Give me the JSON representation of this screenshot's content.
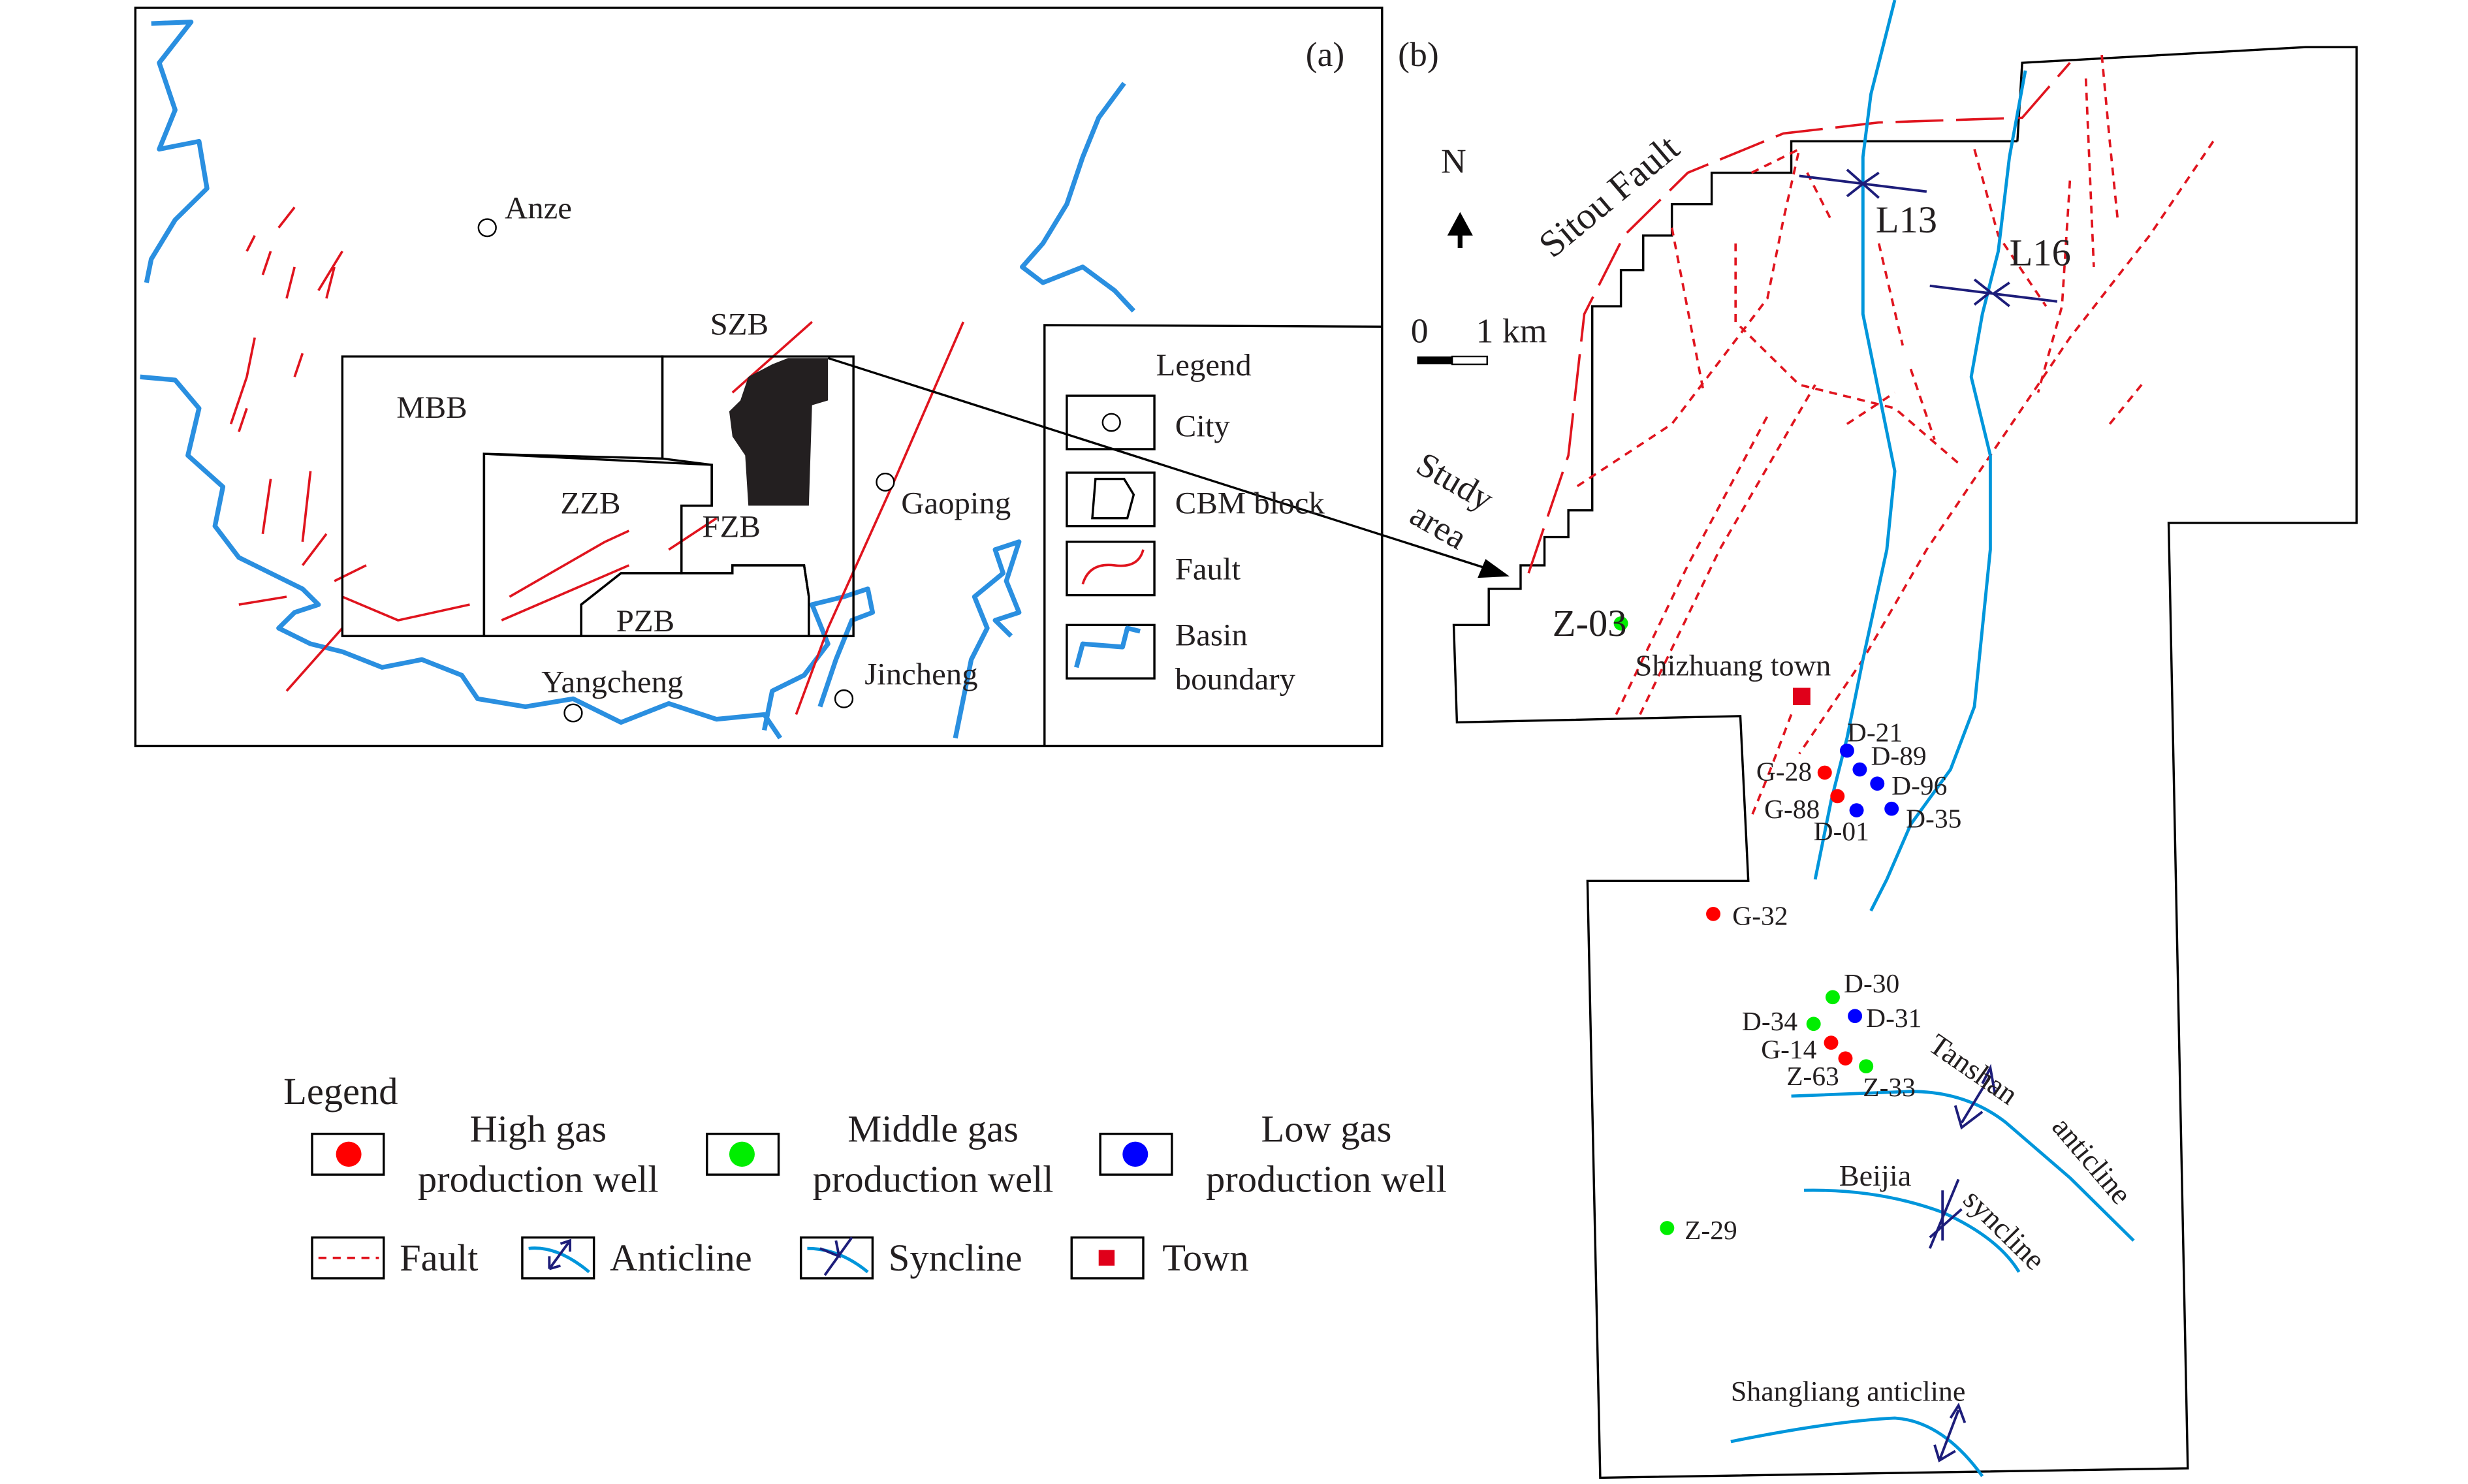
{
  "panel_a": {
    "label": "(a)",
    "cities": [
      "Anze",
      "Gaoping",
      "Yangcheng",
      "Jincheng"
    ],
    "blocks": [
      "SZB",
      "MBB",
      "ZZB",
      "FZB",
      "PZB"
    ],
    "legend": {
      "title": "Legend",
      "items": [
        "City",
        "CBM block",
        "Fault",
        "Basin",
        "boundary"
      ]
    }
  },
  "panel_b": {
    "label": "(b)",
    "north": "N",
    "scale_zero": "0",
    "scale_value": "1 km",
    "study_area": [
      "Study",
      "area"
    ],
    "sitou_fault": "Sitou Fault",
    "town": "Shizhuang town",
    "fold_labels": {
      "l13": "L13",
      "l16": "L16",
      "tanshan_1": "Tanshan",
      "tanshan_2": "anticline",
      "beijia_1": "Beijia",
      "beijia_2": "syncline",
      "shangliang": "Shangliang anticline"
    },
    "wells": [
      {
        "name": "Z-03",
        "class": "middle"
      },
      {
        "name": "D-21",
        "class": "low"
      },
      {
        "name": "G-28",
        "class": "high"
      },
      {
        "name": "D-89",
        "class": "low"
      },
      {
        "name": "D-96",
        "class": "low"
      },
      {
        "name": "G-88",
        "class": "high"
      },
      {
        "name": "D-01",
        "class": "low"
      },
      {
        "name": "D-35",
        "class": "low"
      },
      {
        "name": "G-32",
        "class": "high"
      },
      {
        "name": "D-30",
        "class": "middle"
      },
      {
        "name": "D-34",
        "class": "middle"
      },
      {
        "name": "D-31",
        "class": "low"
      },
      {
        "name": "G-14",
        "class": "high"
      },
      {
        "name": "Z-63",
        "class": "high"
      },
      {
        "name": "Z-33",
        "class": "middle"
      },
      {
        "name": "Z-29",
        "class": "middle"
      }
    ]
  },
  "legend": {
    "title": "Legend",
    "high": [
      "High gas",
      "production well"
    ],
    "middle": [
      "Middle gas",
      "production well"
    ],
    "low": [
      "Low gas",
      "production well"
    ],
    "fault": "Fault",
    "anticline": "Anticline",
    "syncline": "Syncline",
    "town": "Town"
  },
  "colors": {
    "high": "#ff0000",
    "middle": "#00ee00",
    "low": "#0000ff",
    "fault": "#e0141e",
    "river": "#2a8fe0",
    "fold_axis": "#0096db",
    "fold_symbol": "#1d1d7a",
    "town": "#e0001a"
  }
}
